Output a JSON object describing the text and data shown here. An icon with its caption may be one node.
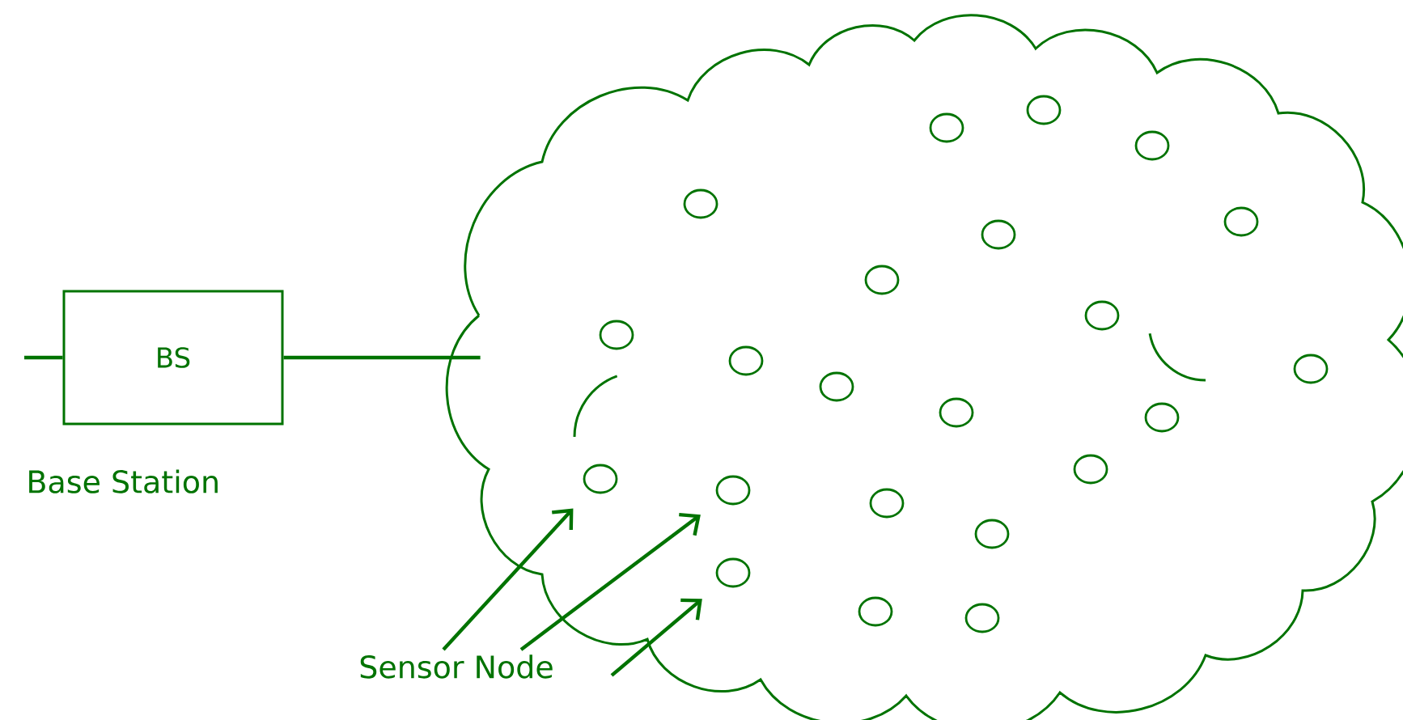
{
  "diagram": {
    "nodes": [
      {
        "text": [
          "BS"
        ],
        "beside": [
          "Base Station"
        ]
      },
      {
        "text": [],
        "shape": "cloud"
      },
      {
        "text": [
          "Sensor Node"
        ]
      },
      {
        "text": [],
        "shape": "circle",
        "in": 1
      },
      {
        "text": [],
        "shape": "circle",
        "in": 1
      },
      {
        "text": [],
        "shape": "circle",
        "in": 1
      },
      {
        "text": [],
        "shape": "circle",
        "in": 1
      },
      {
        "text": [],
        "shape": "circle",
        "in": 1
      },
      {
        "text": [],
        "shape": "circle",
        "in": 1
      },
      {
        "text": [],
        "shape": "circle",
        "in": 1
      },
      {
        "text": [],
        "shape": "circle",
        "in": 1
      },
      {
        "text": [],
        "shape": "circle",
        "in": 1
      },
      {
        "text": [],
        "shape": "circle",
        "in": 1
      },
      {
        "text": [],
        "shape": "circle",
        "in": 1
      },
      {
        "text": [],
        "shape": "circle",
        "in": 1
      },
      {
        "text": [],
        "shape": "circle",
        "in": 1
      },
      {
        "text": [],
        "shape": "circle",
        "in": 1
      },
      {
        "text": [],
        "shape": "circle",
        "in": 1
      },
      {
        "text": [],
        "shape": "circle",
        "in": 1
      },
      {
        "text": [],
        "shape": "circle",
        "in": 1
      },
      {
        "text": [],
        "shape": "circle",
        "in": 1
      },
      {
        "text": [],
        "shape": "circle",
        "in": 1
      },
      {
        "text": [],
        "shape": "circle",
        "in": 1
      },
      {
        "text": [],
        "shape": "circle",
        "in": 1
      },
      {
        "text": [],
        "shape": "circle",
        "in": 1
      }
    ],
    "edges": [
      {
        "from": null,
        "to": 0,
        "arrow": "none"
      },
      {
        "from": 0,
        "to": 1,
        "arrow": "none"
      },
      {
        "from": 2,
        "to": 18,
        "arrow": "to"
      },
      {
        "from": 2,
        "to": 19,
        "arrow": "to"
      },
      {
        "from": 2,
        "to": 21,
        "arrow": "to"
      }
    ]
  }
}
